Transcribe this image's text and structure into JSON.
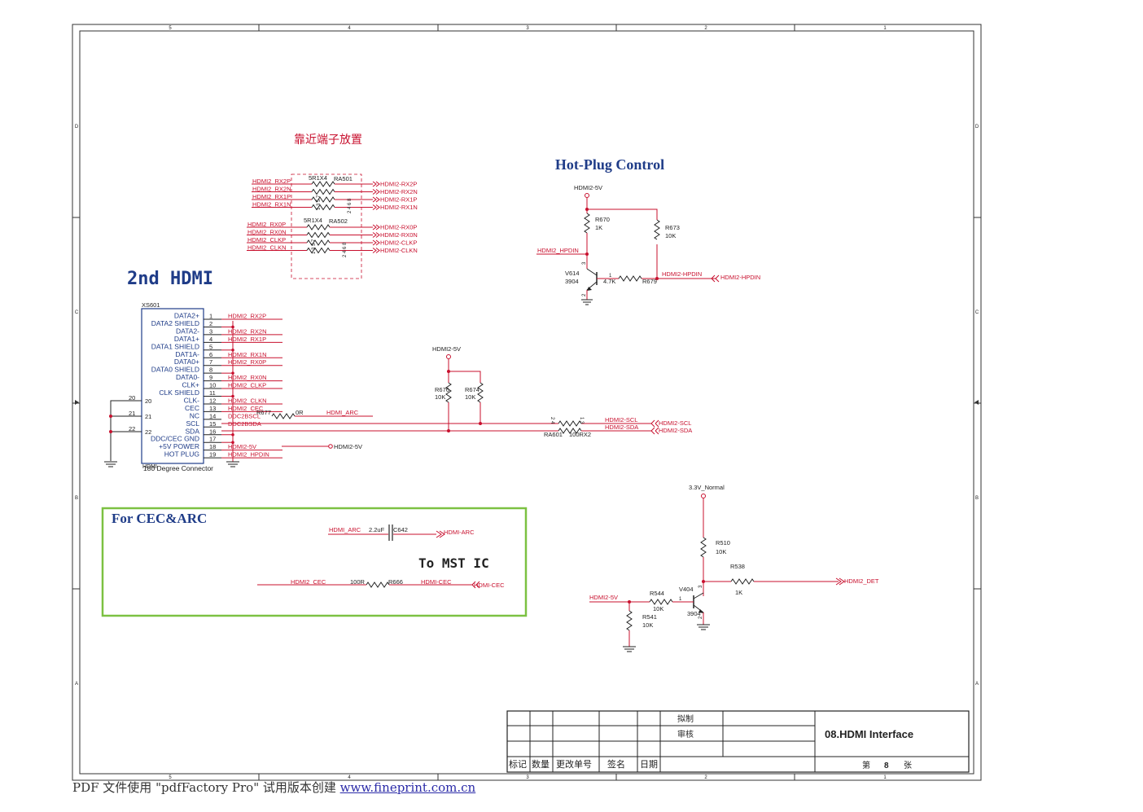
{
  "frame": {
    "cols_top": [
      "5",
      "4",
      "3",
      "2",
      "1"
    ],
    "rows_left": [
      "D",
      "C",
      "B",
      "A"
    ]
  },
  "notes": {
    "near_connector": "靠近端子放置"
  },
  "titles": {
    "hotplug": "Hot-Plug Control",
    "second_hdmi": "2nd HDMI",
    "cec_arc": "For CEC&ARC",
    "to_mst": "To MST IC"
  },
  "ra501": {
    "type": "5R1X4",
    "ref": "RA501",
    "inputs": [
      "HDMI2_RX2P",
      "HDMI2_RX2N",
      "HDMI2_RX1P",
      "HDMI2_RX1N"
    ],
    "outputs": [
      "HDMI2-RX2P",
      "HDMI2-RX2N",
      "HDMI2-RX1P",
      "HDMI2-RX1N"
    ],
    "pins_left": "1 3 5 7",
    "pins_right": "2 4 6 8"
  },
  "ra502": {
    "type": "5R1X4",
    "ref": "RA502",
    "inputs": [
      "HDMI2_RX0P",
      "HDMI2_RX0N",
      "HDMI2_CLKP",
      "HDMI2_CLKN"
    ],
    "outputs": [
      "HDMI2-RX0P",
      "HDMI2-RX0N",
      "HDMI2-CLKP",
      "HDMI2-CLKN"
    ],
    "pins_left": "1 3 5 7",
    "pins_right": "2 4 6 8"
  },
  "hotplug": {
    "supply": "HDMI2-5V",
    "r670": {
      "ref": "R670",
      "value": "1K"
    },
    "r673": {
      "ref": "R673",
      "value": "10K"
    },
    "r679": {
      "ref": "R679",
      "value": "4.7K"
    },
    "q": {
      "ref": "V614",
      "part": "3904"
    },
    "in_net": "HDMI2_HPDIN",
    "out_net": "HDMI2-HPDIN",
    "port": "HDMI2-HPDIN",
    "pin_c": "3",
    "pin_e": "2",
    "pin_b": "1"
  },
  "connector": {
    "ref": "XS601",
    "name": "HDMI",
    "desc": "180 Degree Connector",
    "pins": [
      {
        "num": "1",
        "label": "DATA2+",
        "net": "HDMI2_RX2P"
      },
      {
        "num": "2",
        "label": "DATA2 SHIELD",
        "net": ""
      },
      {
        "num": "3",
        "label": "DATA2-",
        "net": "HDMI2_RX2N"
      },
      {
        "num": "4",
        "label": "DATA1+",
        "net": "HDMI2_RX1P"
      },
      {
        "num": "5",
        "label": "DATA1 SHIELD",
        "net": ""
      },
      {
        "num": "6",
        "label": "DAT1A-",
        "net": "HDMI2_RX1N"
      },
      {
        "num": "7",
        "label": "DATA0+",
        "net": "HDMI2_RX0P"
      },
      {
        "num": "8",
        "label": "DATA0 SHIELD",
        "net": ""
      },
      {
        "num": "9",
        "label": "DATA0-",
        "net": "HDMI2_RX0N"
      },
      {
        "num": "10",
        "label": "CLK+",
        "net": "HDMI2_CLKP"
      },
      {
        "num": "11",
        "label": "CLK SHIELD",
        "net": ""
      },
      {
        "num": "12",
        "label": "CLK-",
        "net": "HDMI2_CLKN"
      },
      {
        "num": "13",
        "label": "CEC",
        "net": "HDMI2_CEC"
      },
      {
        "num": "14",
        "label": "NC",
        "net": "DDC2BSCL"
      },
      {
        "num": "15",
        "label": "SCL",
        "net": "DDC2BSDA"
      },
      {
        "num": "16",
        "label": "SDA",
        "net": ""
      },
      {
        "num": "17",
        "label": "DDC/CEC GND",
        "net": ""
      },
      {
        "num": "18",
        "label": "+5V POWER",
        "net": "HDMI2-5V"
      },
      {
        "num": "19",
        "label": "HOT PLUG",
        "net": "HDMI2_HPDIN"
      }
    ],
    "shield_pins": [
      "20",
      "21",
      "22"
    ],
    "r677": {
      "ref": "R677",
      "value": "0R",
      "net": "HDMI_ARC"
    },
    "p5v_port": "HDMI2-5V"
  },
  "ddc": {
    "supply": "HDMI2-5V",
    "r676": {
      "ref": "R676",
      "value": "10K"
    },
    "r674": {
      "ref": "R674",
      "value": "10K"
    },
    "ra": {
      "ref": "RA601",
      "value": "100RX2",
      "pins_left": "2 4",
      "pins_right": "1 3"
    },
    "scl_net": "HDMI2-SCL",
    "sda_net": "HDMI2-SDA",
    "scl_port": "HDMI2-SCL",
    "sda_port": "HDMI2-SDA"
  },
  "cec": {
    "arc_in": "HDMI_ARC",
    "cap_value": "2.2uF",
    "cap_ref": "C642",
    "arc_out": "HDMI-ARC",
    "cec_in": "HDMI2_CEC",
    "r_value": "100R",
    "r_ref": "R666",
    "cec_net": "HDMI-CEC",
    "cec_port": "HDMI-CEC"
  },
  "det": {
    "supply": "3.3V_Normal",
    "r510": {
      "ref": "R510",
      "value": "10K"
    },
    "r538": {
      "ref": "R538",
      "value": "1K"
    },
    "r544": {
      "ref": "R544",
      "value": "10K"
    },
    "r541": {
      "ref": "R541",
      "value": "10K"
    },
    "q": {
      "ref": "V404",
      "part": "3904"
    },
    "in_net": "HDMI2-5V",
    "out_port": "HDMI2_DET",
    "pin_c": "3",
    "pin_e": "2",
    "pin_b": "1"
  },
  "titleblock": {
    "draw": "拟制",
    "review": "审核",
    "headers": [
      "标记",
      "数量",
      "更改单号",
      "签名",
      "日期"
    ],
    "title": "08.HDMI Interface",
    "page_prefix": "第",
    "page": "8",
    "page_suffix": "张"
  },
  "footer": {
    "text": "PDF 文件使用 \"pdfFactory Pro\" 试用版本创建 ",
    "link": "www.fineprint.com.cn"
  }
}
